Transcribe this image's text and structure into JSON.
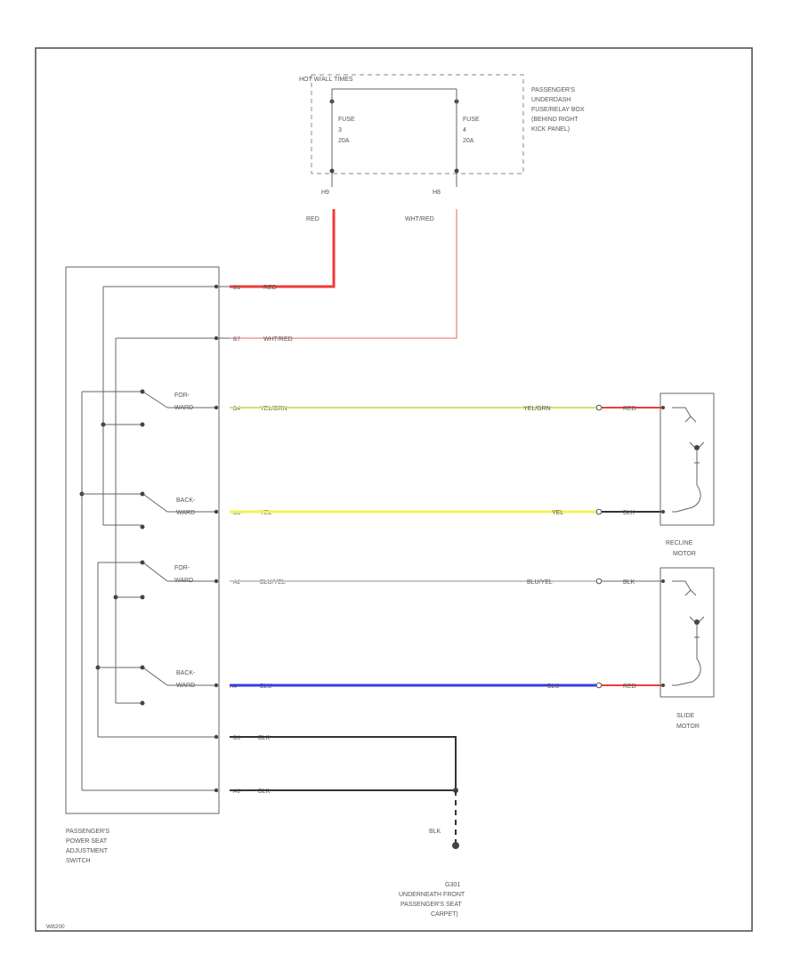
{
  "header": {
    "label": "HOT W/ALL TIMES",
    "fusebox_location": [
      "PASSENGER'S",
      "UNDERDASH",
      "FUSE/RELAY BOX",
      "(BEHIND RIGHT",
      "KICK PANEL)"
    ]
  },
  "fuses": [
    {
      "name": "FUSE",
      "number": "3",
      "rating": "20A",
      "connector": "H9"
    },
    {
      "name": "FUSE",
      "number": "4",
      "rating": "20A",
      "connector": "H8"
    }
  ],
  "wires": {
    "red": "RED",
    "wht_red": "WHT/RED",
    "yel_grn": "YEL/GRN",
    "yel": "YEL",
    "blu_yel": "BLU/YEL",
    "blu": "BLU",
    "blk": "BLK",
    "red_short": "RED",
    "blk_short": "BLK"
  },
  "switch": {
    "label": [
      "PASSENGER'S",
      "POWER SEAT",
      "ADJUSTMENT",
      "SWITCH"
    ],
    "pins": {
      "p1": "B1",
      "p2": "B7",
      "p3": "B4",
      "p4": "B3",
      "p5": "A2",
      "p6": "A4",
      "p7": "B6",
      "p8": "A6"
    },
    "switches": [
      {
        "top": "FOR-",
        "bottom": "WARD"
      },
      {
        "top": "BACK-",
        "bottom": "WARD"
      },
      {
        "top": "FOR-",
        "bottom": "WARD"
      },
      {
        "top": "BACK-",
        "bottom": "WARD"
      }
    ]
  },
  "motors": [
    {
      "label": [
        "RECLINE",
        "MOTOR"
      ]
    },
    {
      "label": [
        "SLIDE",
        "MOTOR"
      ]
    }
  ],
  "ground": {
    "id": "G301",
    "label": [
      "UNDERNEATH FRONT",
      "PASSENGER'S SEAT",
      "CARPET)"
    ]
  },
  "footer_code": "W8200",
  "colors": {
    "red": "#f03a3a",
    "pink": "#f29a9a",
    "yel_grn": "#c8e86a",
    "yel": "#f3f25a",
    "blu_yel": "#c6c6cc",
    "blu": "#3a3ae6",
    "blk": "#333333"
  }
}
